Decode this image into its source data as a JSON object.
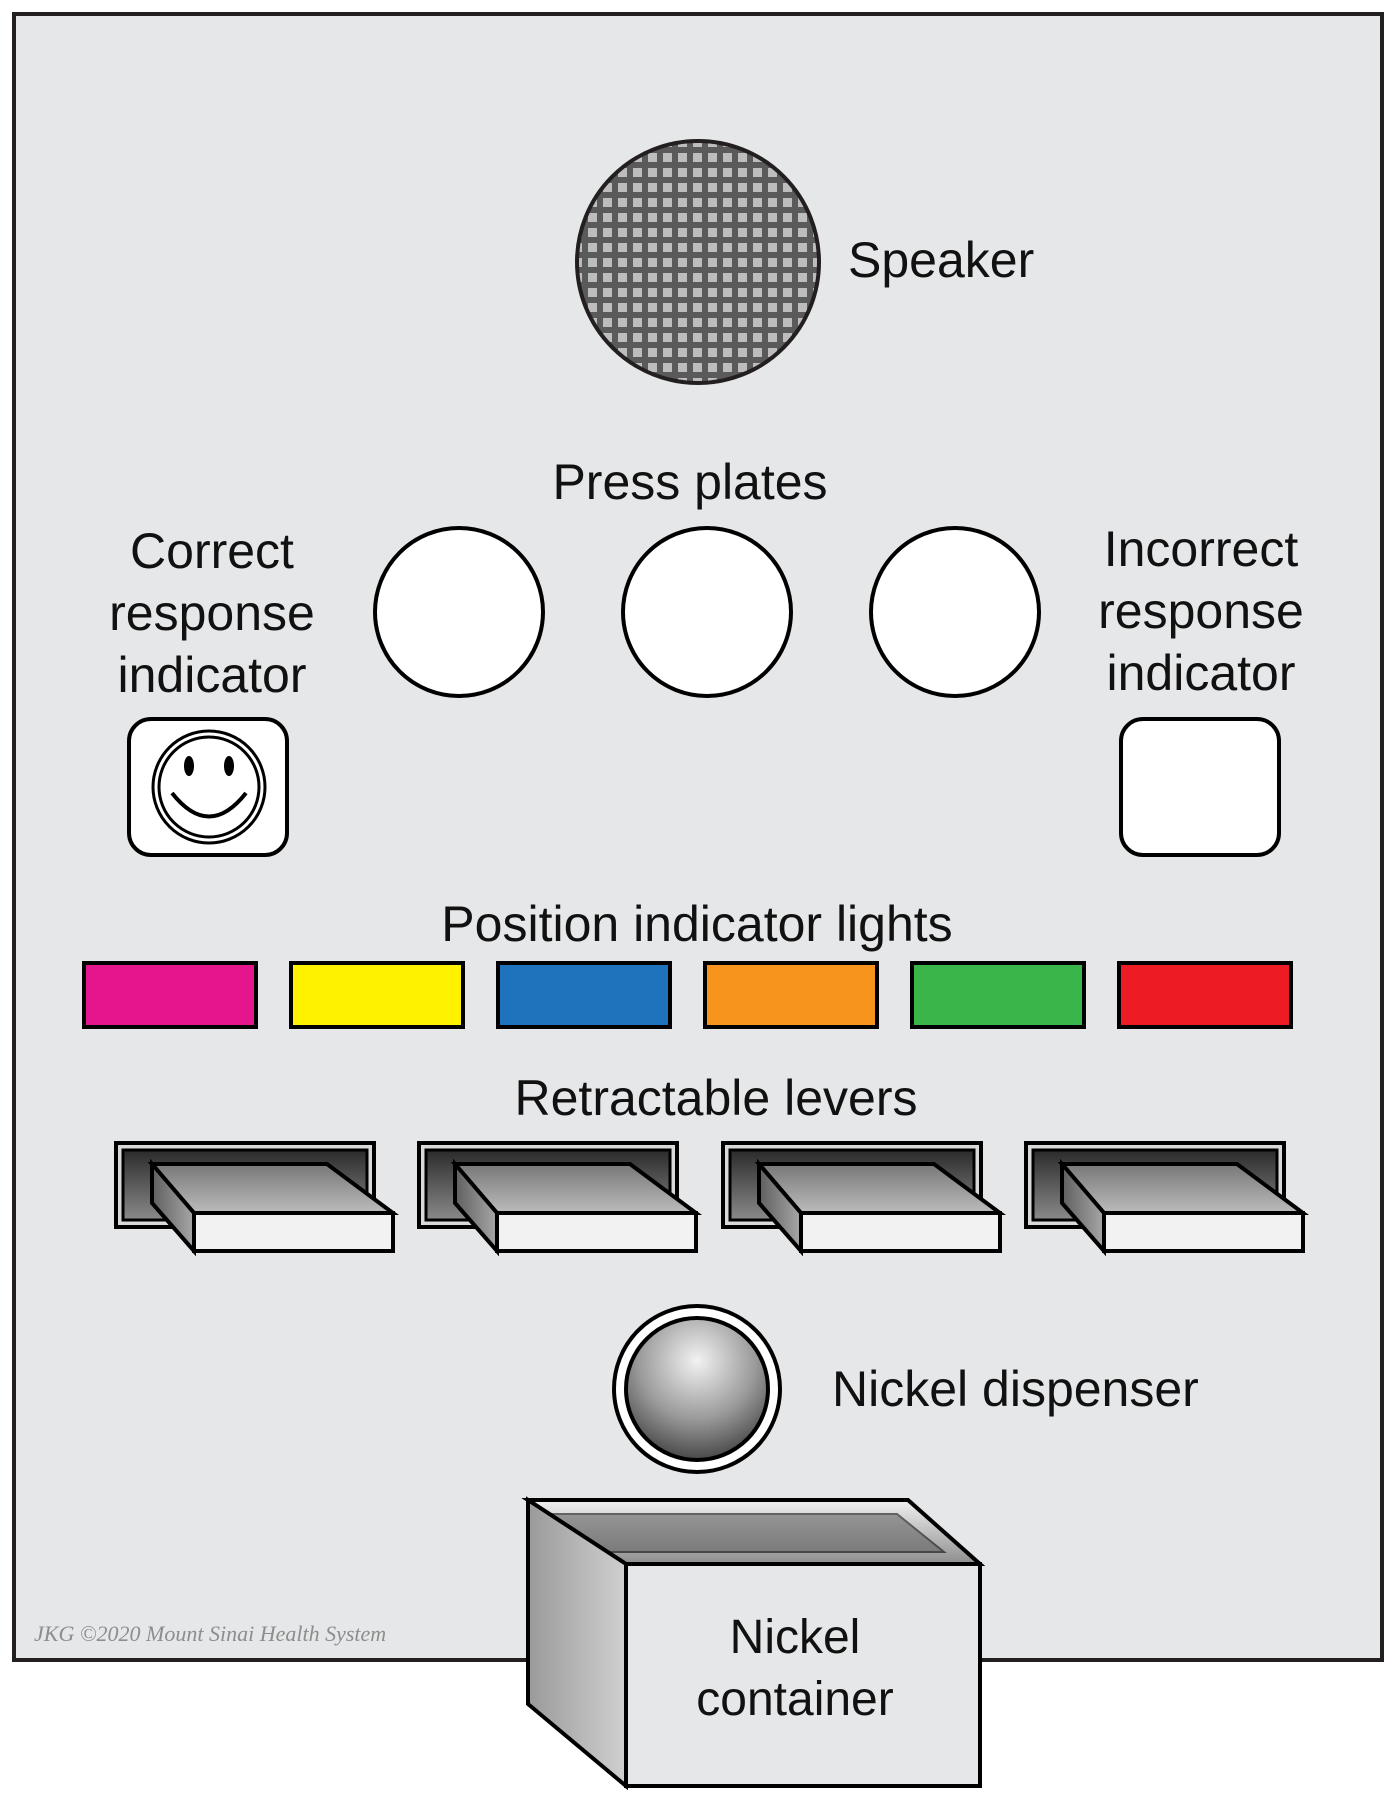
{
  "labels": {
    "speaker": "Speaker",
    "press_plates": "Press plates",
    "correct_indicator": [
      "Correct",
      "response",
      "indicator"
    ],
    "incorrect_indicator": [
      "Incorrect",
      "response",
      "indicator"
    ],
    "position_lights": "Position indicator lights",
    "levers": "Retractable levers",
    "nickel_dispenser": "Nickel dispenser",
    "nickel_container": [
      "Nickel",
      "container"
    ],
    "credit": "JKG ©2020 Mount Sinai Health System"
  },
  "position_lights": [
    "#e5158d",
    "#fff200",
    "#1f73bd",
    "#f7941d",
    "#39b54a",
    "#ed1c24"
  ],
  "colors": {
    "panel": "#e6e7e8",
    "outline": "#231f20",
    "speaker_grille": "#5a5a5a"
  },
  "icons": {
    "correct_indicator": "smiley-face-icon"
  }
}
